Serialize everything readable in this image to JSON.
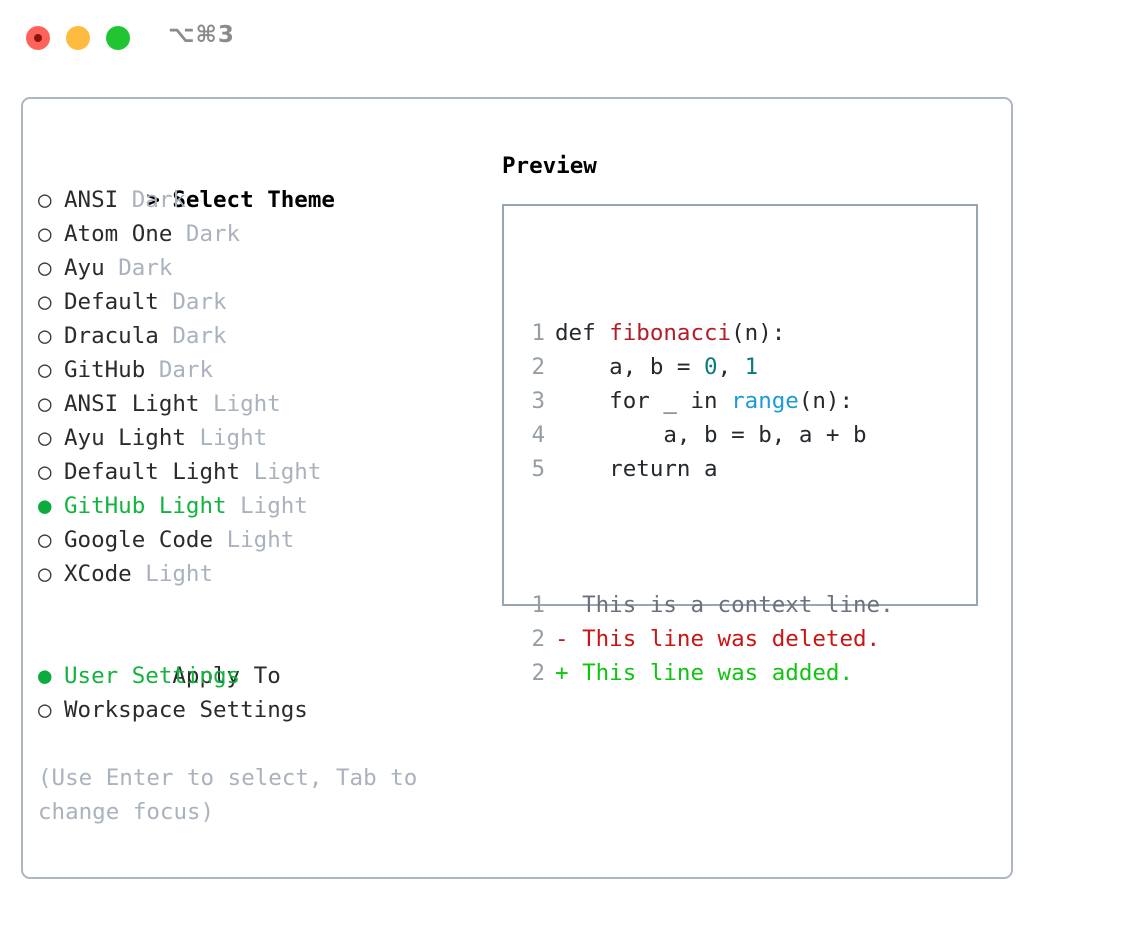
{
  "titlebar": {
    "shortcut": "⌥⌘3",
    "buttons": [
      {
        "name": "close",
        "color": "#ff6259"
      },
      {
        "name": "minimize",
        "color": "#fdbc40"
      },
      {
        "name": "maximize",
        "color": "#21c531"
      }
    ]
  },
  "theme_picker": {
    "heading": "Select Theme",
    "heading_marker": ">",
    "marker_unselected": "○",
    "marker_selected": "●",
    "selected_color": "#12b33f",
    "variant_color": "#aab2bd",
    "items": [
      {
        "label": "ANSI",
        "variant": "Dark",
        "selected": false
      },
      {
        "label": "Atom One",
        "variant": "Dark",
        "selected": false
      },
      {
        "label": "Ayu",
        "variant": "Dark",
        "selected": false
      },
      {
        "label": "Default",
        "variant": "Dark",
        "selected": false
      },
      {
        "label": "Dracula",
        "variant": "Dark",
        "selected": false
      },
      {
        "label": "GitHub",
        "variant": "Dark",
        "selected": false
      },
      {
        "label": "ANSI Light",
        "variant": "Light",
        "selected": false
      },
      {
        "label": "Ayu Light",
        "variant": "Light",
        "selected": false
      },
      {
        "label": "Default Light",
        "variant": "Light",
        "selected": false
      },
      {
        "label": "GitHub Light",
        "variant": "Light",
        "selected": true
      },
      {
        "label": "Google Code",
        "variant": "Light",
        "selected": false
      },
      {
        "label": "XCode",
        "variant": "Light",
        "selected": false
      }
    ]
  },
  "apply_to": {
    "heading": "Apply To",
    "items": [
      {
        "label": "User Settings",
        "selected": true
      },
      {
        "label": "Workspace Settings",
        "selected": false
      }
    ]
  },
  "hint": {
    "line1": "(Use Enter to select, Tab to",
    "line2": "change focus)"
  },
  "preview": {
    "title": "Preview",
    "code_lines": [
      {
        "num": "1",
        "tokens": [
          {
            "t": "def ",
            "c": "plain"
          },
          {
            "t": "fibonacci",
            "c": "fn"
          },
          {
            "t": "(n):",
            "c": "plain"
          }
        ]
      },
      {
        "num": "2",
        "tokens": [
          {
            "t": "    a, b = ",
            "c": "plain"
          },
          {
            "t": "0",
            "c": "num"
          },
          {
            "t": ", ",
            "c": "plain"
          },
          {
            "t": "1",
            "c": "num"
          }
        ]
      },
      {
        "num": "3",
        "tokens": [
          {
            "t": "    for _ in ",
            "c": "plain"
          },
          {
            "t": "range",
            "c": "kwfn"
          },
          {
            "t": "(n):",
            "c": "plain"
          }
        ]
      },
      {
        "num": "4",
        "tokens": [
          {
            "t": "        a, b = b, a + b",
            "c": "plain"
          }
        ]
      },
      {
        "num": "5",
        "tokens": [
          {
            "t": "    return a",
            "c": "plain"
          }
        ]
      }
    ],
    "diff_lines": [
      {
        "num": "1",
        "sign": " ",
        "text": " This is a context line.",
        "kind": "ctx"
      },
      {
        "num": "2",
        "sign": "-",
        "text": " This line was deleted.",
        "kind": "del"
      },
      {
        "num": "2",
        "sign": "+",
        "text": " This line was added.",
        "kind": "add"
      }
    ],
    "colors": {
      "function": "#b31d28",
      "number": "#0b7d78",
      "builtin": "#1c9bd6",
      "linenum": "#959da5",
      "diff_context": "#6a737d",
      "diff_deleted": "#cb1414",
      "diff_added": "#10c410"
    }
  }
}
